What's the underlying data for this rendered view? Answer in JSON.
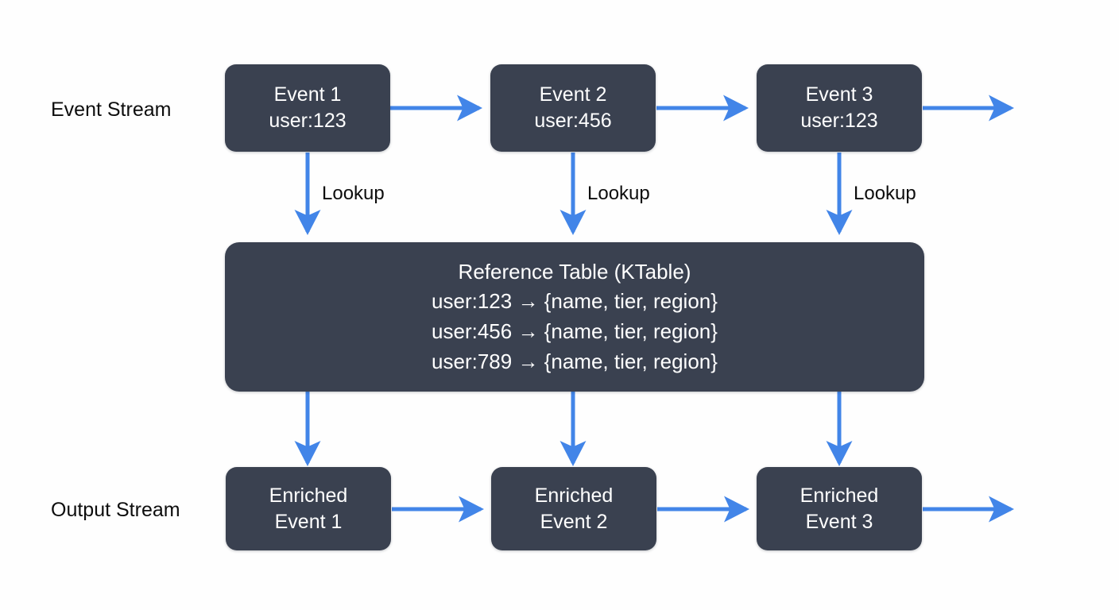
{
  "diagram": {
    "background_color": "#fefefe",
    "node_color": "#3a4150",
    "arrow_color": "#4285e8",
    "text_color": "#ffffff",
    "label_color": "#0d0d0d",
    "row_labels": {
      "event_stream": "Event Stream",
      "output_stream": "Output Stream"
    },
    "event_nodes": [
      {
        "title": "Event 1",
        "key": "user:123"
      },
      {
        "title": "Event 2",
        "key": "user:456"
      },
      {
        "title": "Event 3",
        "key": "user:123"
      }
    ],
    "lookup_labels": [
      "Lookup",
      "Lookup",
      "Lookup"
    ],
    "reference_table": {
      "title": "Reference Table (KTable)",
      "entries": [
        "user:123 → {name, tier, region}",
        "user:456 → {name, tier, region}",
        "user:789 → {name, tier, region}"
      ]
    },
    "output_nodes": [
      {
        "line1": "Enriched",
        "line2": "Event 1"
      },
      {
        "line1": "Enriched",
        "line2": "Event 2"
      },
      {
        "line1": "Enriched",
        "line2": "Event 3"
      }
    ]
  }
}
